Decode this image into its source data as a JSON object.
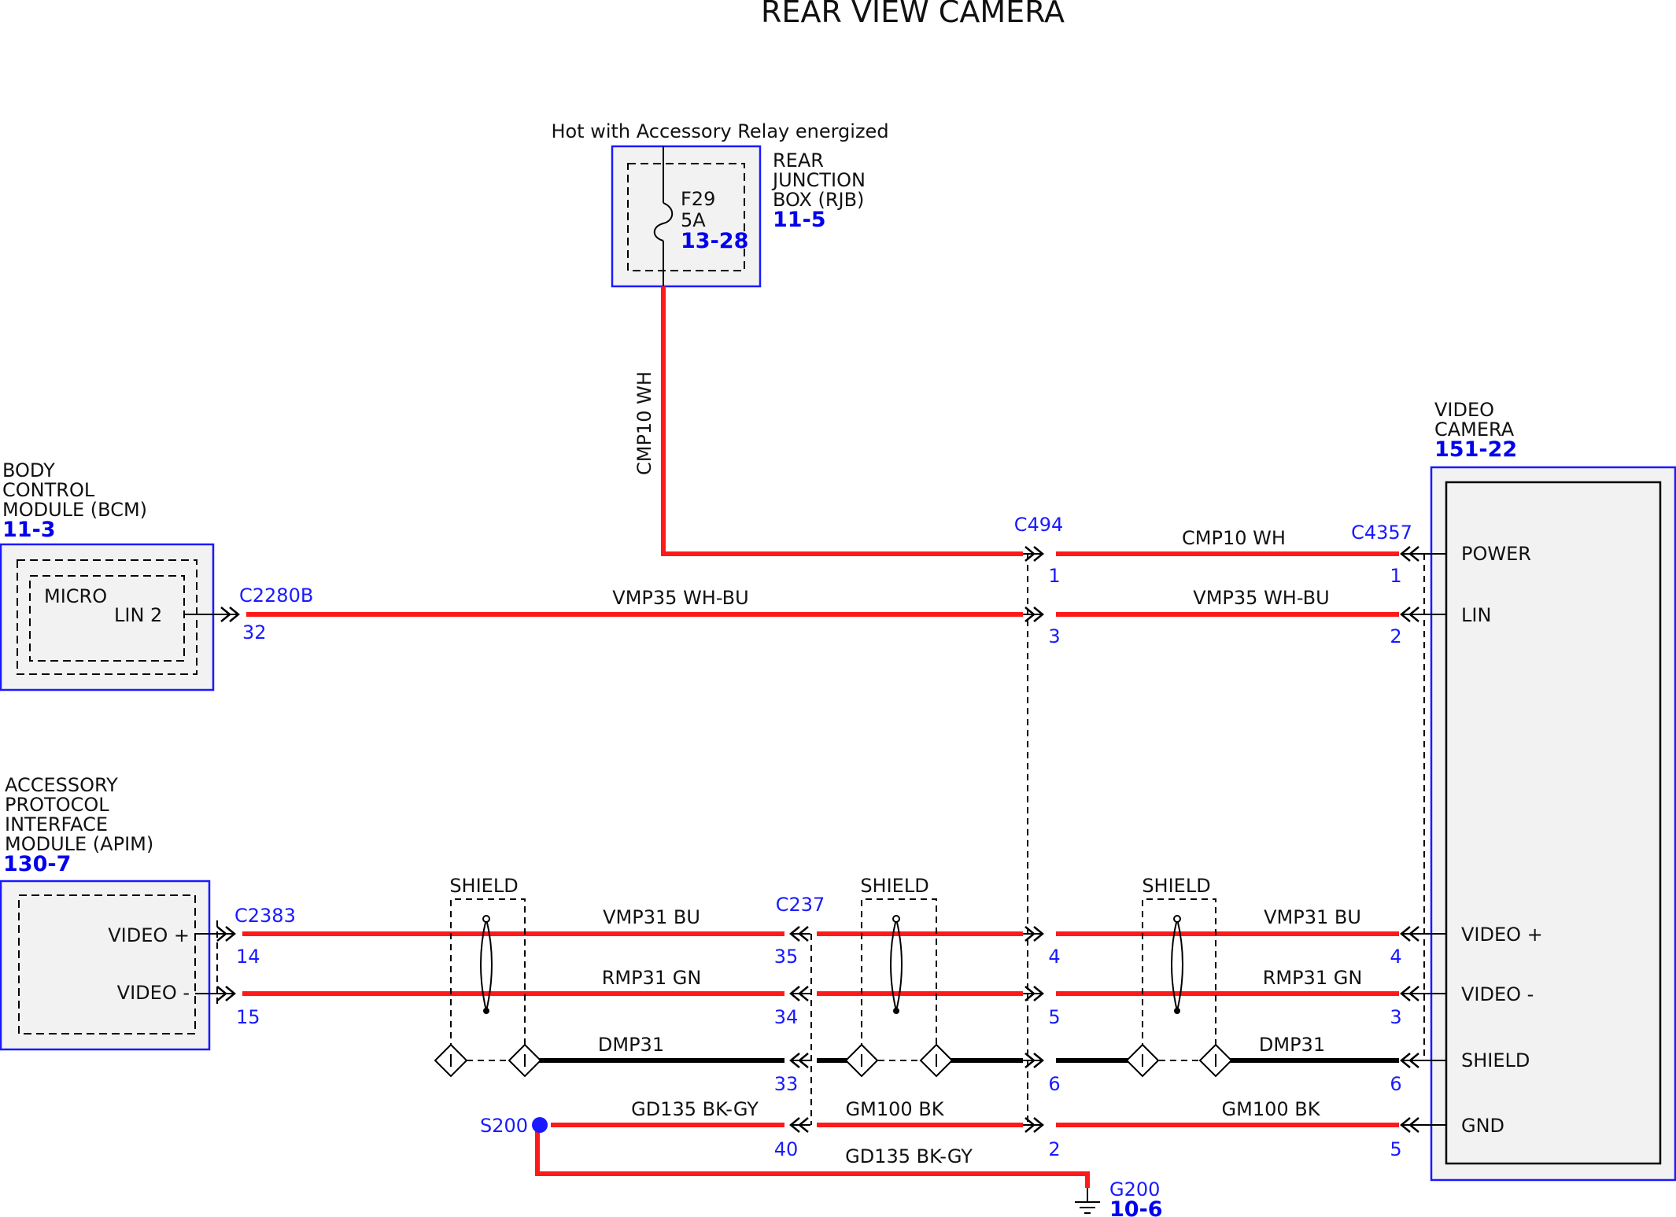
{
  "title": "REAR VIEW CAMERA",
  "colors": {
    "wire_red": "#ff1a1a",
    "wire_black": "#000000",
    "ref_blue": "#0000ee",
    "connector_blue": "#1a1aff"
  },
  "rjb": {
    "caption": "Hot with Accessory Relay energized",
    "name_lines": [
      "REAR",
      "JUNCTION",
      "BOX (RJB)"
    ],
    "ref": "11-5",
    "fuse": "F29",
    "rating": "5A",
    "fuse_ref": "13-28"
  },
  "bcm": {
    "name_lines": [
      "BODY",
      "CONTROL",
      "MODULE (BCM)"
    ],
    "ref": "11-3",
    "micro": "MICRO",
    "pin_label": "LIN 2",
    "connector": "C2280B",
    "pin": "32"
  },
  "apim": {
    "name_lines": [
      "ACCESSORY",
      "PROTOCOL",
      "INTERFACE",
      "MODULE (APIM)"
    ],
    "ref": "130-7",
    "connector": "C2383",
    "pins": [
      {
        "label": "VIDEO +",
        "num": "14"
      },
      {
        "label": "VIDEO -",
        "num": "15"
      }
    ]
  },
  "camera": {
    "name_lines": [
      "VIDEO",
      "CAMERA"
    ],
    "ref": "151-22",
    "connector": "C4357",
    "pins": [
      {
        "label": "POWER",
        "num": "1"
      },
      {
        "label": "LIN",
        "num": "2"
      },
      {
        "label": "VIDEO +",
        "num": "4"
      },
      {
        "label": "VIDEO -",
        "num": "3"
      },
      {
        "label": "SHIELD",
        "num": "6"
      },
      {
        "label": "GND",
        "num": "5"
      }
    ]
  },
  "inline": {
    "c494": {
      "name": "C494",
      "pins": [
        "1",
        "3",
        "4",
        "5",
        "6",
        "2"
      ]
    },
    "c237": {
      "name": "C237",
      "pins": [
        "35",
        "34",
        "33",
        "40"
      ]
    }
  },
  "wires": {
    "cmp10_vertical": "CMP10   WH",
    "cmp10_right": "CMP10   WH",
    "vmp35_left": "VMP35   WH-BU",
    "vmp35_right": "VMP35   WH-BU",
    "vmp31_left": "VMP31   BU",
    "vmp31_right": "VMP31   BU",
    "rmp31_left": "RMP31   GN",
    "rmp31_right": "RMP31   GN",
    "dmp31_left": "DMP31",
    "dmp31_right": "DMP31",
    "gd135_top": "GD135   BK-GY",
    "gm100_mid": "GM100   BK",
    "gm100_right": "GM100   BK",
    "gd135_bottom": "GD135   BK-GY"
  },
  "shield_label": "SHIELD",
  "splice": "S200",
  "ground": {
    "name": "G200",
    "ref": "10-6"
  }
}
